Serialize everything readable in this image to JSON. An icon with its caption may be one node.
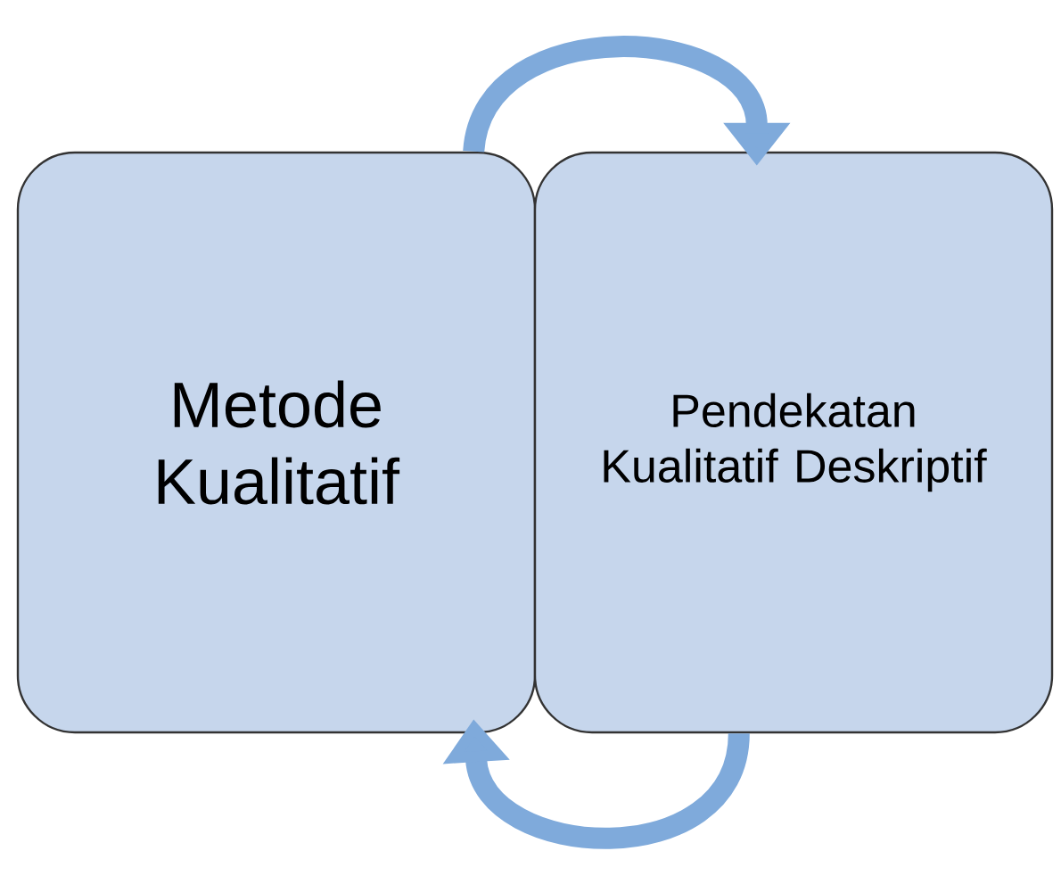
{
  "diagram": {
    "nodes": [
      {
        "text": [
          "Metode Kualitatif"
        ]
      },
      {
        "text": [
          "Pendekatan Kualitatif Deskriptif"
        ]
      }
    ],
    "edges": [
      {
        "from": 0,
        "to": 1,
        "arrow": "to"
      },
      {
        "from": 1,
        "to": 0,
        "arrow": "to"
      }
    ]
  }
}
